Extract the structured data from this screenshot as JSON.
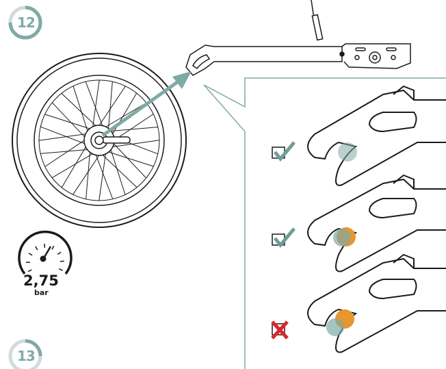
{
  "steps": [
    {
      "number": "12"
    },
    {
      "number": "13"
    }
  ],
  "pressure": {
    "value": "2,75",
    "unit": "bar"
  },
  "check_states": [
    {
      "state": "correct",
      "icon": "checkmark-icon"
    },
    {
      "state": "correct",
      "icon": "checkmark-icon"
    },
    {
      "state": "incorrect",
      "icon": "red-x-icon"
    }
  ],
  "colors": {
    "accent_teal": "#7faaa6",
    "check_green": "#6f9c98",
    "wrong_red": "#e0242b",
    "orange_marker": "#e8962e",
    "line": "#1a1a1a"
  }
}
